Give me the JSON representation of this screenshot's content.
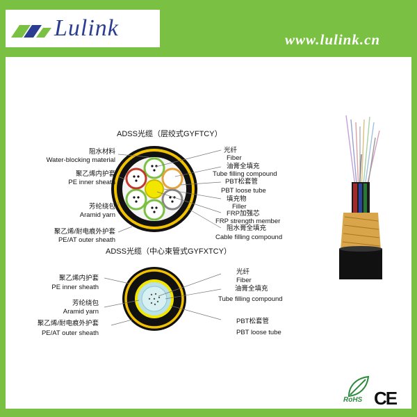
{
  "brand": {
    "logo_text": "Lulink",
    "url": "www.lulink.cn"
  },
  "diagram1": {
    "title": "ADSS光缆（层绞式GYFTCY）",
    "labels_left": [
      {
        "cn": "阻水材料",
        "en": "Water-blocking material"
      },
      {
        "cn": "聚乙烯内护套",
        "en": "PE inner sheath"
      },
      {
        "cn": "芳纶绕包",
        "en": "Aramid yarn"
      },
      {
        "cn": "聚乙烯/耐电痕外护套",
        "en": "PE/AT outer sheath"
      }
    ],
    "labels_right": [
      {
        "cn": "光纤",
        "en": "Fiber"
      },
      {
        "cn": "油膏全填充",
        "en": "Tube filling compound"
      },
      {
        "cn": "PBT松套管",
        "en": "PBT loose tube"
      },
      {
        "cn": "填充物",
        "en": "Filler"
      },
      {
        "cn": "FRP加强芯",
        "en": "FRP strength member"
      },
      {
        "cn": "阻水膏全填充",
        "en": "Cable filling compound"
      }
    ]
  },
  "diagram2": {
    "title": "ADSS光缆（中心束管式GYFXTCY）",
    "labels_left": [
      {
        "cn": "聚乙烯内护套",
        "en": "PE inner sheath"
      },
      {
        "cn": "芳纶绕包",
        "en": "Aramid yarn"
      },
      {
        "cn": "聚乙烯/耐电痕外护套",
        "en": "PE/AT outer sheath"
      }
    ],
    "labels_right": [
      {
        "cn": "光纤",
        "en": "Fiber"
      },
      {
        "cn": "油膏全填充",
        "en": "Tube filling compound"
      },
      {
        "cn": "PBT松套管",
        "en": "PBT loose tube"
      }
    ]
  },
  "certifications": {
    "rohs": "RoHS",
    "ce": "CE"
  },
  "colors": {
    "brand_green": "#7ac143",
    "brand_blue": "#2a3d91",
    "sheath_yellow": "#f2c200"
  },
  "icons": [
    "rohs-leaf-icon",
    "ce-mark-icon"
  ]
}
